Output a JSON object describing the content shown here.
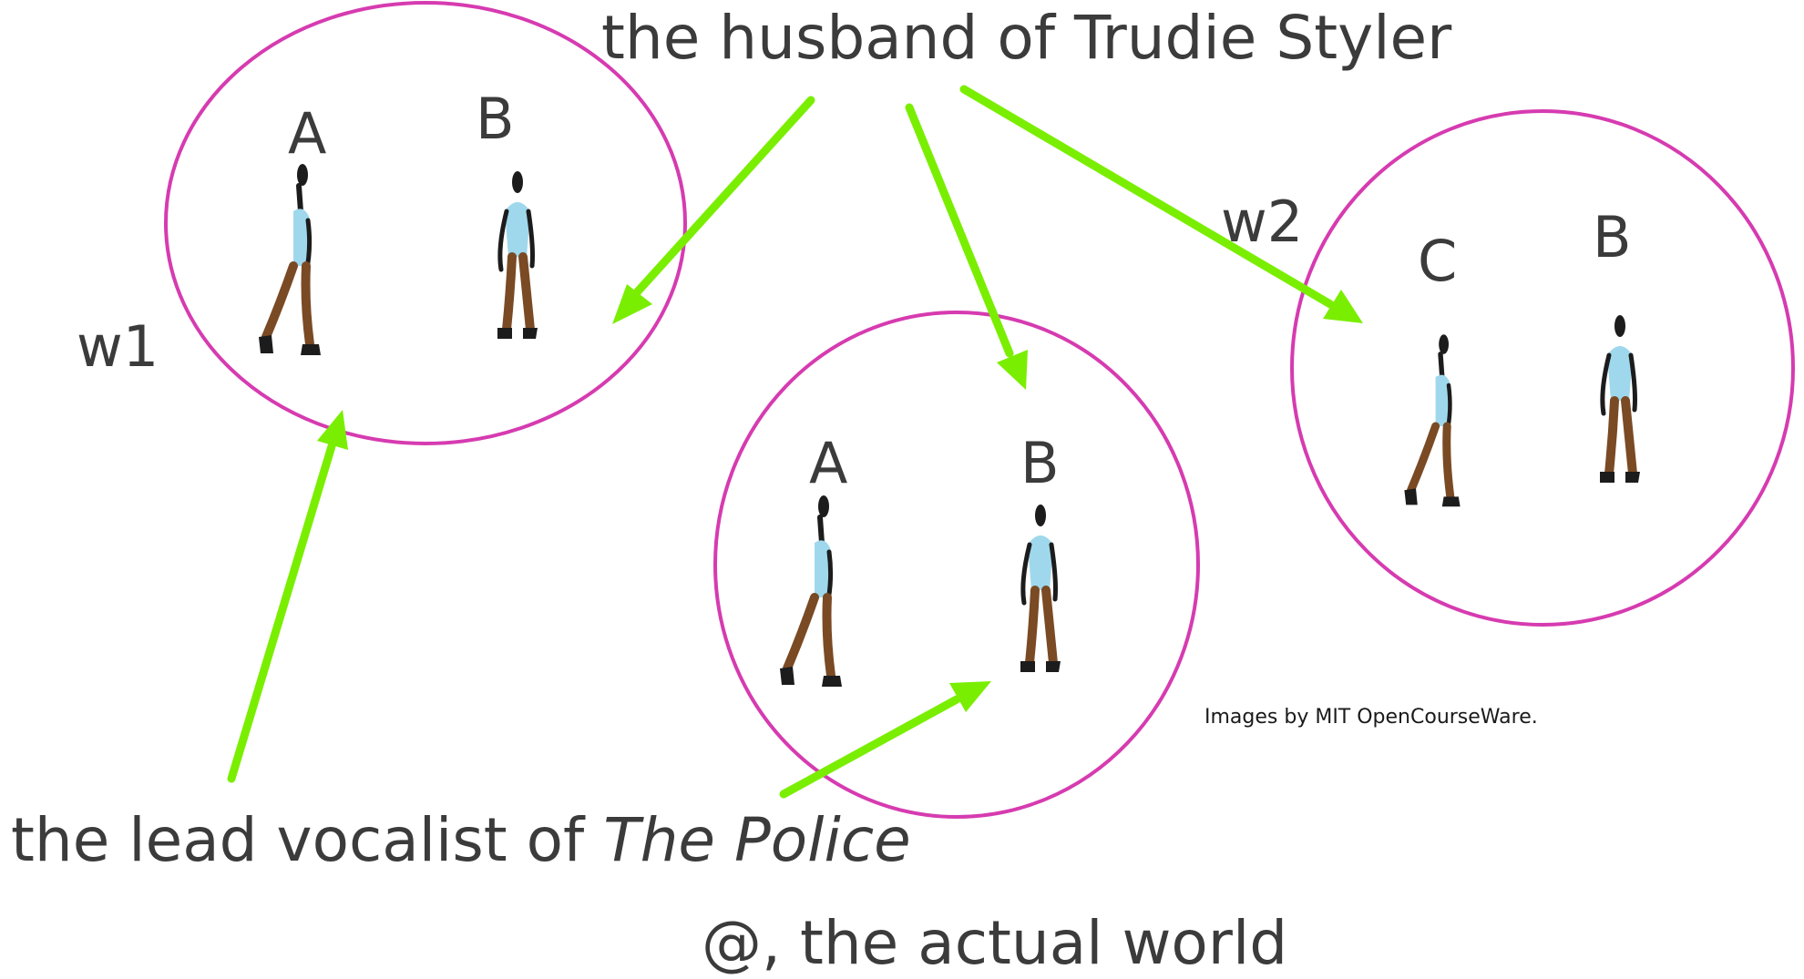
{
  "phrases": {
    "top": "the husband of Trudie Styler",
    "bottom_prefix": "the lead vocalist of ",
    "bottom_italic": "The Police",
    "actual": "@, the actual world"
  },
  "worlds": [
    {
      "id": "w1",
      "label": "w1",
      "people": [
        "A",
        "B"
      ]
    },
    {
      "id": "actual",
      "label": "",
      "people": [
        "A",
        "B"
      ]
    },
    {
      "id": "w2",
      "label": "w2",
      "people": [
        "C",
        "B"
      ]
    }
  ],
  "credit": "Images by MIT OpenCourseWare.",
  "colors": {
    "circle": "#d63bb0",
    "arrow": "#7aee00",
    "text": "#3b3b3b",
    "shirt": "#9fd8ec",
    "pants": "#7a4a24",
    "skin": "#1c1c1c"
  }
}
